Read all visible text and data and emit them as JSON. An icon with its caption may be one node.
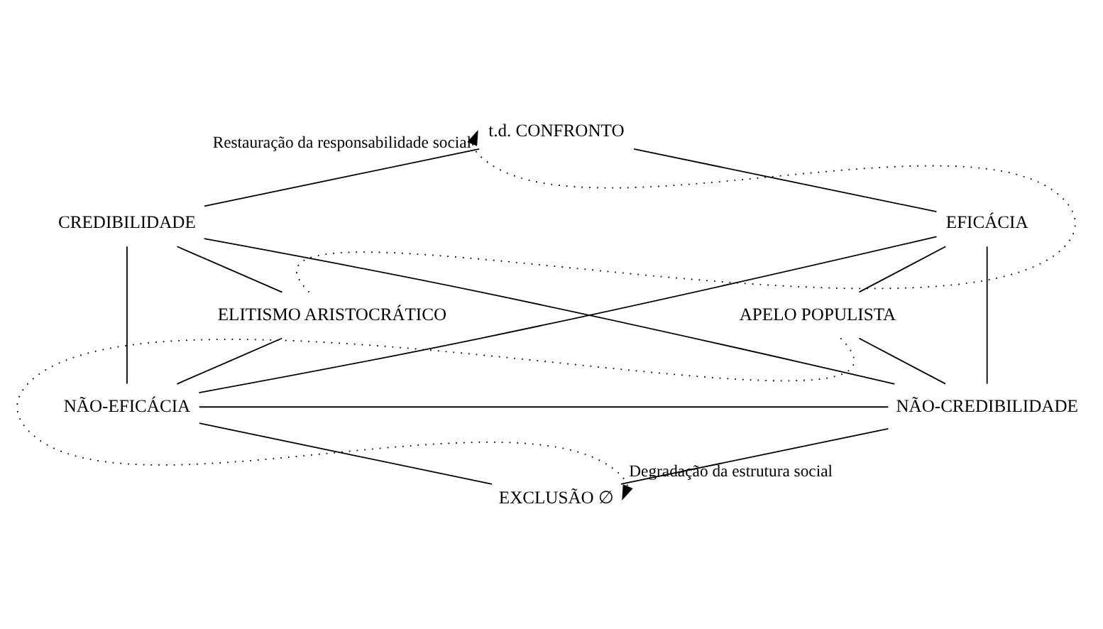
{
  "diagram": {
    "nodes": [
      {
        "text": [
          "t.d. CONFRONTO"
        ]
      },
      {
        "text": [
          "CREDIBILIDADE"
        ]
      },
      {
        "text": [
          "EFICÁCIA"
        ]
      },
      {
        "text": [
          "ELITISMO ARISTOCRÁTICO"
        ]
      },
      {
        "text": [
          "APELO POPULISTA"
        ]
      },
      {
        "text": [
          "NÃO-EFICÁCIA"
        ]
      },
      {
        "text": [
          "NÃO-CREDIBILIDADE"
        ]
      },
      {
        "text": [
          "EXCLUSÃO ∅"
        ]
      }
    ],
    "edges": [
      {
        "from": 0,
        "to": 1,
        "arrow": "none"
      },
      {
        "from": 0,
        "to": 2,
        "arrow": "none"
      },
      {
        "from": 1,
        "to": 3,
        "arrow": "none"
      },
      {
        "from": 2,
        "to": 4,
        "arrow": "none"
      },
      {
        "from": 1,
        "to": 5,
        "arrow": "none"
      },
      {
        "from": 1,
        "to": 6,
        "arrow": "none"
      },
      {
        "from": 2,
        "to": 5,
        "arrow": "none"
      },
      {
        "from": 2,
        "to": 6,
        "arrow": "none"
      },
      {
        "from": 3,
        "to": 5,
        "arrow": "none"
      },
      {
        "from": 4,
        "to": 6,
        "arrow": "none"
      },
      {
        "from": 5,
        "to": 6,
        "arrow": "none"
      },
      {
        "from": 5,
        "to": 7,
        "arrow": "none"
      },
      {
        "from": 6,
        "to": 7,
        "arrow": "none"
      },
      {
        "from": 3,
        "to": 0,
        "arrow": "to",
        "style": "dashed",
        "label": "Restauração da responsabilidade social"
      },
      {
        "from": 4,
        "to": 7,
        "arrow": "to",
        "style": "dashed",
        "label": "Degradação da estrutura social"
      }
    ]
  }
}
